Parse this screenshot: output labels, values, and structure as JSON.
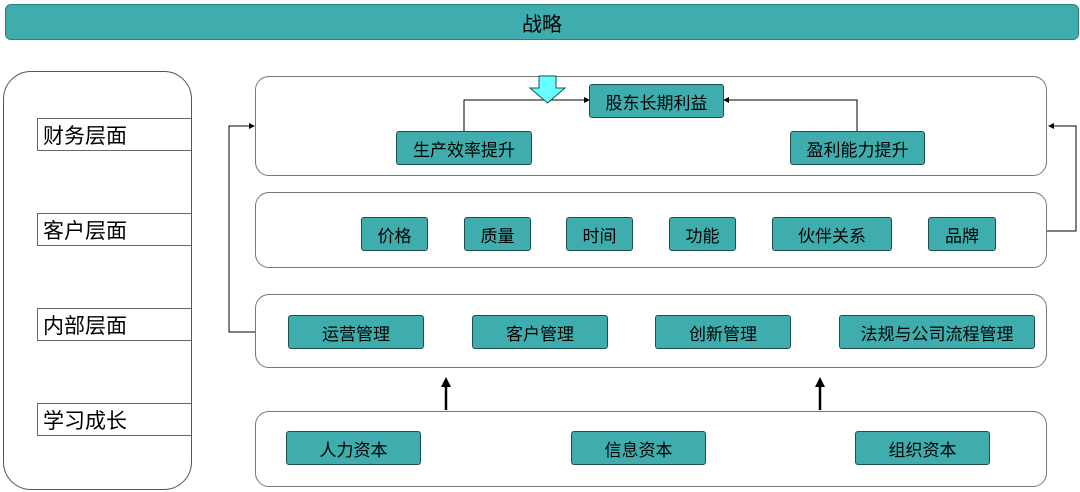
{
  "title": "战略",
  "layers": [
    {
      "label": "财务层面"
    },
    {
      "label": "客户层面"
    },
    {
      "label": "内部层面"
    },
    {
      "label": "学习成长"
    }
  ],
  "financial": {
    "top": "股东长期利益",
    "left": "生产效率提升",
    "right": "盈利能力提升"
  },
  "customer": [
    "价格",
    "质量",
    "时间",
    "功能",
    "伙伴关系",
    "品牌"
  ],
  "internal": [
    "运营管理",
    "客户管理",
    "创新管理",
    "法规与公司流程管理"
  ],
  "learning": [
    "人力资本",
    "信息资本",
    "组织资本"
  ],
  "colors": {
    "accent": "#3FADAD",
    "arrow_fill": "#66FFFF"
  }
}
